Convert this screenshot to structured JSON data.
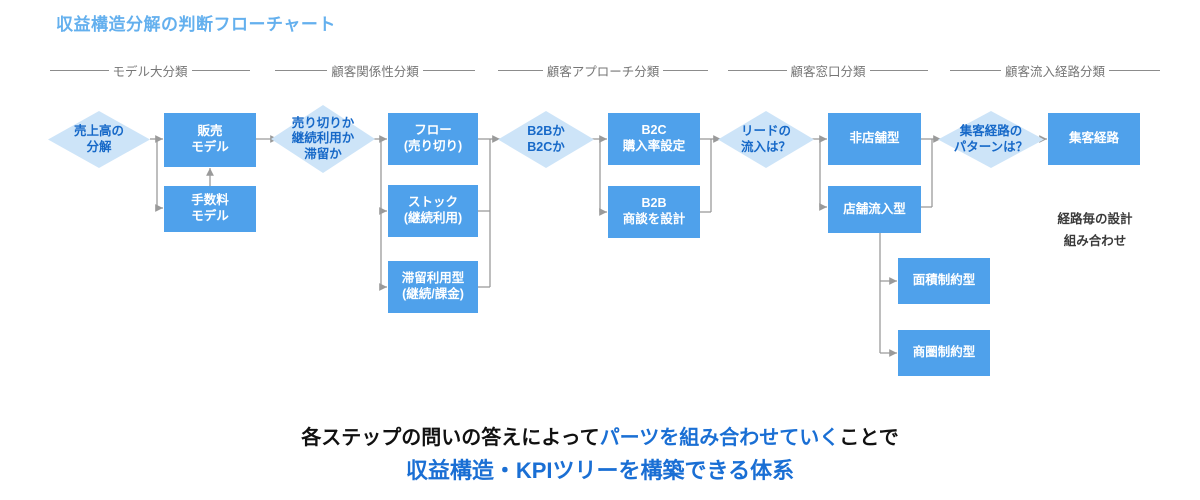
{
  "title": "収益構造分解の判断フローチャート",
  "theme": {
    "title_color": "#64b0ee",
    "box_fill": "#4fa1eb",
    "box_text": "#ffffff",
    "diamond_fill": "#cde4f8",
    "diamond_text": "#1769c8",
    "connector": "#9a9a9a",
    "section_label": "#767676",
    "accent": "#1a6fd4"
  },
  "sections": [
    {
      "label": "モデル大分類"
    },
    {
      "label": "顧客関係性分類"
    },
    {
      "label": "顧客アプローチ分類"
    },
    {
      "label": "顧客窓口分類"
    },
    {
      "label": "顧客流入経路分類"
    }
  ],
  "flow": {
    "decisions": [
      {
        "id": "d1",
        "label": "売上高の\n分解"
      },
      {
        "id": "d2",
        "label": "売り切りか\n継続利用か\n滞留か"
      },
      {
        "id": "d3",
        "label": "B2Bか\nB2Cか"
      },
      {
        "id": "d4",
        "label": "リードの\n流入は？"
      },
      {
        "id": "d5",
        "label": "集客経路の\nパターンは？"
      }
    ],
    "boxes": [
      {
        "id": "b1",
        "label": "販売\nモデル"
      },
      {
        "id": "b2",
        "label": "手数料\nモデル"
      },
      {
        "id": "b3",
        "label": "フロー\n(売り切り)"
      },
      {
        "id": "b4",
        "label": "ストック\n(継続利用)"
      },
      {
        "id": "b5",
        "label": "滞留利用型\n(継続/課金)"
      },
      {
        "id": "b6",
        "label": "B2C\n購入率設定"
      },
      {
        "id": "b7",
        "label": "B2B\n商談を設計"
      },
      {
        "id": "b8",
        "label": "非店舗型"
      },
      {
        "id": "b9",
        "label": "店舗流入型"
      },
      {
        "id": "b10",
        "label": "面積制約型"
      },
      {
        "id": "b11",
        "label": "商圏制約型"
      },
      {
        "id": "b12",
        "label": "集客経路"
      }
    ],
    "notes": [
      {
        "id": "n1",
        "label": "経路毎の設計\n組み合わせ"
      }
    ]
  },
  "caption": {
    "line1_pre": "各ステップの問いの答えによって",
    "line1_accent": "パーツを組み合わせていく",
    "line1_post": "ことで",
    "line2": "収益構造・KPIツリーを構築できる体系"
  }
}
